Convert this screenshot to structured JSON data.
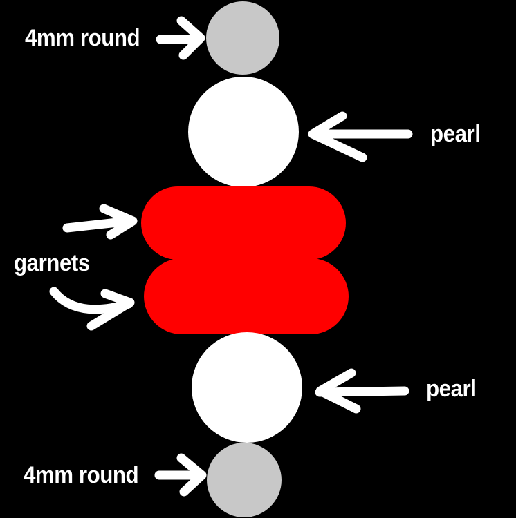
{
  "diagram": {
    "background": "#000000",
    "colors": {
      "round_bead": "#c8c8c8",
      "pearl": "#ffffff",
      "garnet": "#ff0000",
      "arrow": "#ffffff",
      "text": "#ffffff"
    },
    "labels": {
      "top_round": "4mm round",
      "top_pearl": "pearl",
      "garnets": "garnets",
      "bottom_pearl": "pearl",
      "bottom_round": "4mm round"
    },
    "beads_top_to_bottom": [
      "4mm round",
      "pearl",
      "garnet",
      "garnet",
      "pearl",
      "4mm round"
    ]
  }
}
